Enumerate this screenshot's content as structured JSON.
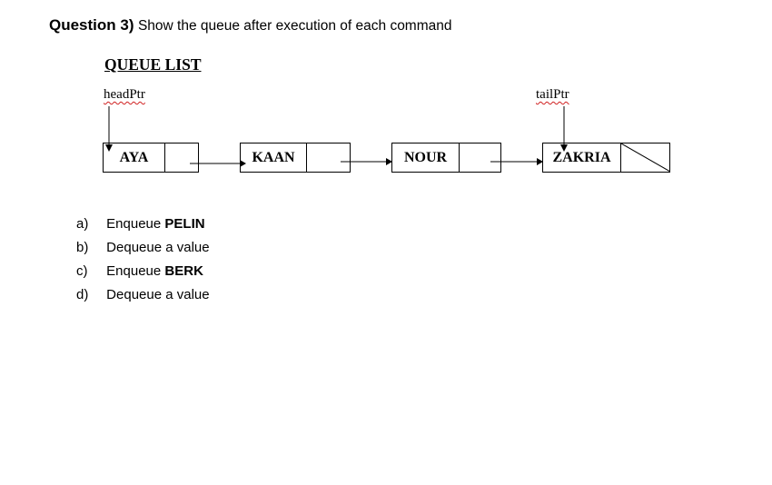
{
  "question": {
    "label": "Question 3)",
    "text": "Show the queue after execution of each command"
  },
  "diagram": {
    "title": "QUEUE LIST",
    "head_pointer": "headPtr",
    "tail_pointer": "tailPtr",
    "nodes": [
      {
        "value": "AYA",
        "next": "pointer"
      },
      {
        "value": "KAAN",
        "next": "pointer"
      },
      {
        "value": "NOUR",
        "next": "pointer"
      },
      {
        "value": "ZAKRIA",
        "next": "null"
      }
    ]
  },
  "commands": [
    {
      "letter": "a)",
      "action": "Enqueue",
      "argument": "PELIN"
    },
    {
      "letter": "b)",
      "action": "Dequeue a value",
      "argument": ""
    },
    {
      "letter": "c)",
      "action": "Enqueue",
      "argument": "BERK"
    },
    {
      "letter": "d)",
      "action": "Dequeue a value",
      "argument": ""
    }
  ],
  "colors": {
    "ink": "#000000",
    "spellcheck_underline": "#d02020",
    "background": "#ffffff"
  }
}
